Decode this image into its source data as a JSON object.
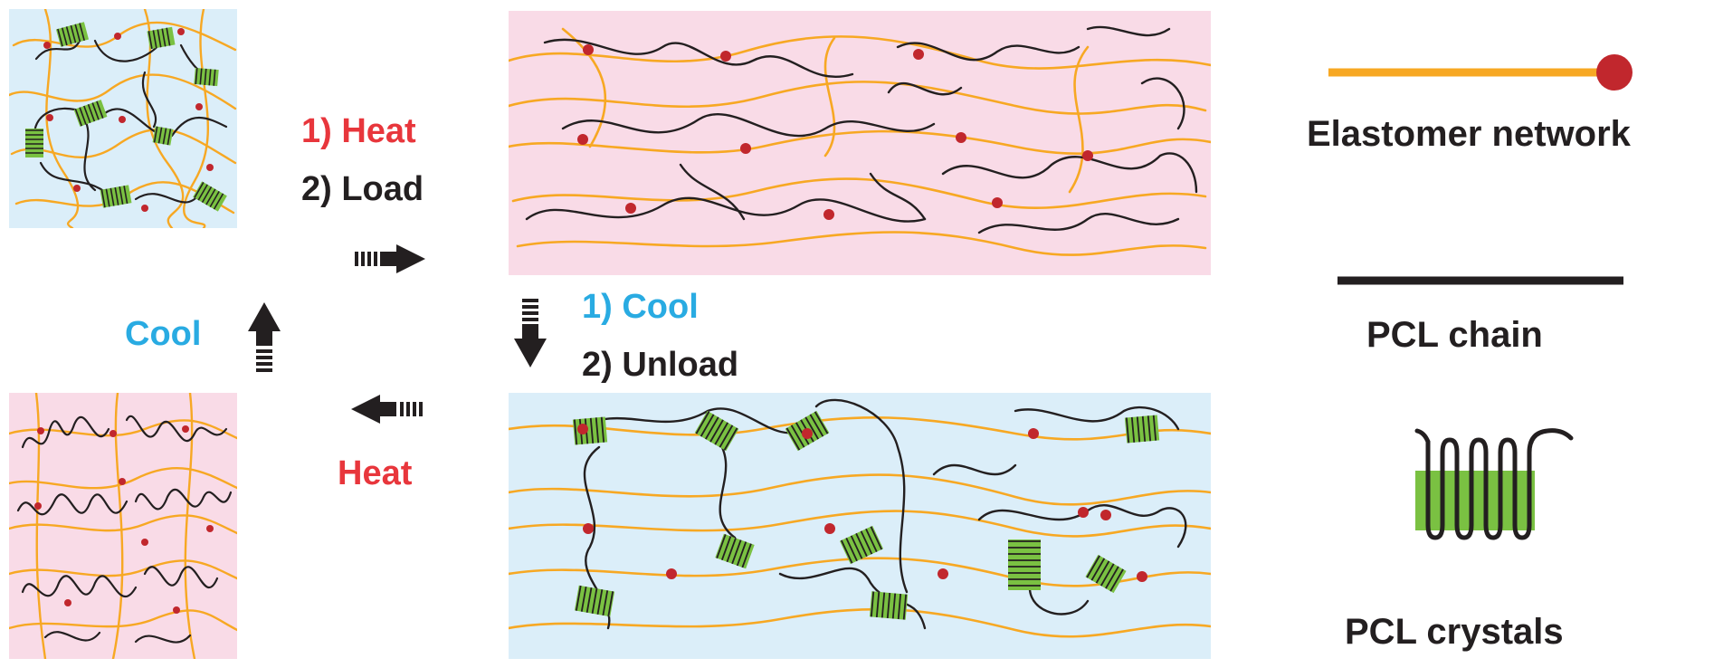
{
  "colors": {
    "heat": "#e8363c",
    "cool": "#29abe2",
    "text": "#231f20",
    "elastomer": "#f7a823",
    "crosslink": "#c1272d",
    "pcl_chain": "#231f20",
    "crystal": "#7ac142",
    "panel_pink": "#f9dbe7",
    "panel_blue": "#dbeef9"
  },
  "steps": {
    "heat_load_heat": "1) Heat",
    "heat_load_load": "2) Load",
    "cool_unload_cool": "1) Cool",
    "cool_unload_unload": "2) Unload",
    "heat_only": "Heat",
    "cool_only": "Cool"
  },
  "legend": {
    "elastomer": "Elastomer network",
    "pcl_chain": "PCL chain",
    "pcl_crystals": "PCL crystals"
  },
  "icons": {
    "transition_arrow": "dashed-arrow-icon",
    "legend_elastomer": "elastomer-crosslink-icon",
    "legend_chain": "pcl-chain-line-icon",
    "legend_crystal": "pcl-crystal-lamella-icon"
  }
}
